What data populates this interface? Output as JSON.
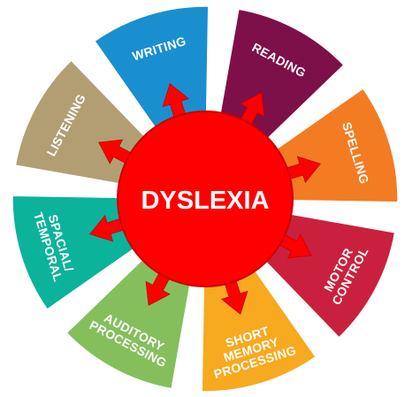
{
  "center": {
    "label": "DYSLEXIA",
    "color": "#ff0000",
    "stroke": "#cc0000"
  },
  "segments": [
    {
      "id": "reading",
      "lines": [
        "READING"
      ],
      "color": "#7d1048"
    },
    {
      "id": "spelling",
      "lines": [
        "SPELLING"
      ],
      "color": "#f37b22"
    },
    {
      "id": "motor",
      "lines": [
        "MOTOR",
        "CONTROL"
      ],
      "color": "#c9213d"
    },
    {
      "id": "short-memory",
      "lines": [
        "SHORT",
        "MEMORY",
        "PROCESSING"
      ],
      "color": "#f7a91f"
    },
    {
      "id": "auditory",
      "lines": [
        "AUDITORY",
        "PROCESSING"
      ],
      "color": "#84bf5c"
    },
    {
      "id": "spacial",
      "lines": [
        "SPACIAL/",
        "TEMPORAL"
      ],
      "color": "#0bb39a"
    },
    {
      "id": "listening",
      "lines": [
        "LISTENING"
      ],
      "color": "#b19f73"
    },
    {
      "id": "writing",
      "lines": [
        "WRITING"
      ],
      "color": "#1a8fcf"
    }
  ]
}
